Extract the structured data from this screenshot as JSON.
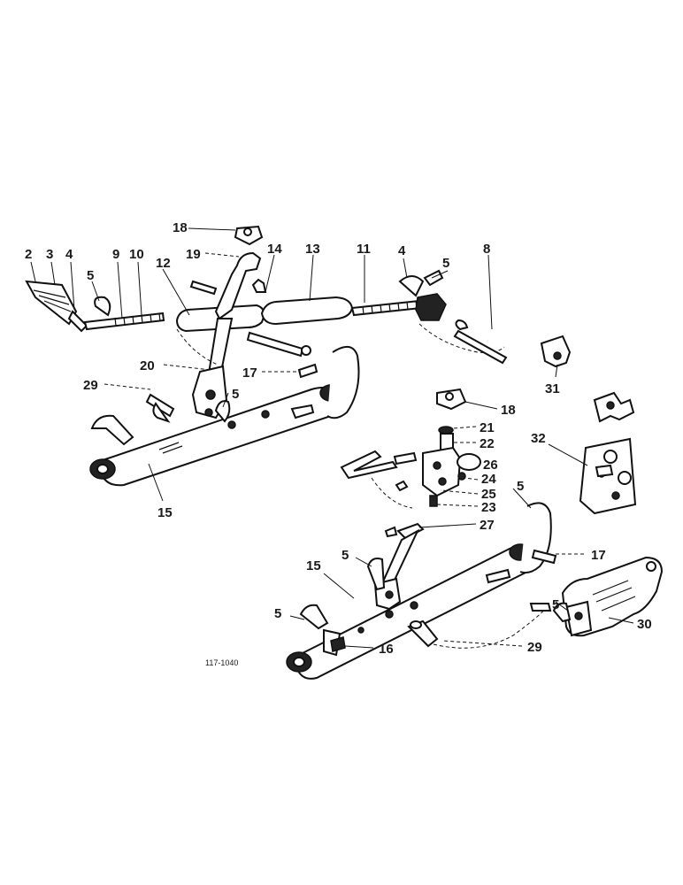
{
  "diagram": {
    "drawing_code": "117-1040",
    "callouts": [
      {
        "id": "c2",
        "text": "2"
      },
      {
        "id": "c3",
        "text": "3"
      },
      {
        "id": "c4a",
        "text": "4"
      },
      {
        "id": "c5a",
        "text": "5"
      },
      {
        "id": "c9",
        "text": "9"
      },
      {
        "id": "c10",
        "text": "10"
      },
      {
        "id": "c12",
        "text": "12"
      },
      {
        "id": "c18a",
        "text": "18"
      },
      {
        "id": "c19",
        "text": "19"
      },
      {
        "id": "c14",
        "text": "14"
      },
      {
        "id": "c13",
        "text": "13"
      },
      {
        "id": "c11",
        "text": "11"
      },
      {
        "id": "c4b",
        "text": "4"
      },
      {
        "id": "c5b",
        "text": "5"
      },
      {
        "id": "c8",
        "text": "8"
      },
      {
        "id": "c20",
        "text": "20"
      },
      {
        "id": "c17a",
        "text": "17"
      },
      {
        "id": "c29a",
        "text": "29"
      },
      {
        "id": "c5c",
        "text": "5"
      },
      {
        "id": "c15a",
        "text": "15"
      },
      {
        "id": "c18b",
        "text": "18"
      },
      {
        "id": "c31",
        "text": "31"
      },
      {
        "id": "c21",
        "text": "21"
      },
      {
        "id": "c22",
        "text": "22"
      },
      {
        "id": "c32",
        "text": "32"
      },
      {
        "id": "c26",
        "text": "26"
      },
      {
        "id": "c24",
        "text": "24"
      },
      {
        "id": "c25",
        "text": "25"
      },
      {
        "id": "c23",
        "text": "23"
      },
      {
        "id": "c5d",
        "text": "5"
      },
      {
        "id": "c27",
        "text": "27"
      },
      {
        "id": "c17b",
        "text": "17"
      },
      {
        "id": "c15b",
        "text": "15"
      },
      {
        "id": "c5e",
        "text": "5"
      },
      {
        "id": "c5f",
        "text": "5"
      },
      {
        "id": "c5g",
        "text": "5"
      },
      {
        "id": "c30",
        "text": "30"
      },
      {
        "id": "c16",
        "text": "16"
      },
      {
        "id": "c29b",
        "text": "29"
      }
    ]
  }
}
